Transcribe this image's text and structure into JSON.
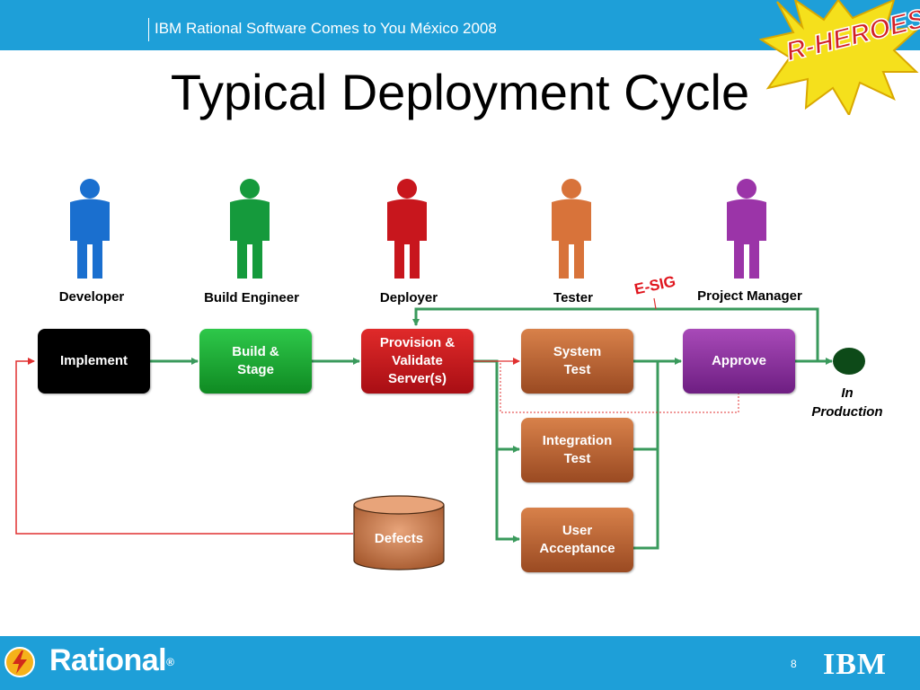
{
  "header": {
    "event_text": "IBM Rational Software Comes to You México 2008",
    "badge_text": "R-HEROES"
  },
  "title": "Typical Deployment Cycle",
  "roles": [
    {
      "label": "Developer",
      "color": "#1a6fcf"
    },
    {
      "label": "Build Engineer",
      "color": "#159a3c"
    },
    {
      "label": "Deployer",
      "color": "#c8161d"
    },
    {
      "label": "Tester",
      "color": "#d8733a"
    },
    {
      "label": "Project Manager",
      "color": "#9b34a8"
    }
  ],
  "steps": {
    "implement": {
      "label": "Implement",
      "color": "#000000"
    },
    "build": {
      "label": "Build &\nStage",
      "color": "#14a22a"
    },
    "provision": {
      "label": "Provision &\nValidate\nServer(s)",
      "color": "#c4141a"
    },
    "system_test": {
      "label": "System\nTest",
      "color": "#b25a2c"
    },
    "integration_test": {
      "label": "Integration\nTest",
      "color": "#b25a2c"
    },
    "user_acceptance": {
      "label": "User\nAcceptance",
      "color": "#b25a2c"
    },
    "approve": {
      "label": "Approve",
      "color": "#8b2a9e"
    }
  },
  "esig_label": "E-SIG",
  "production_label": "In\nProduction",
  "defects_label": "Defects",
  "colors": {
    "flow_arrow": "#3a9a5c",
    "defect_line": "#e03030",
    "header_bar": "#1e9fd8",
    "production_node": "#0d4a18"
  },
  "footer": {
    "brand": "Rational",
    "page_number": "8",
    "company_logo": "IBM"
  }
}
